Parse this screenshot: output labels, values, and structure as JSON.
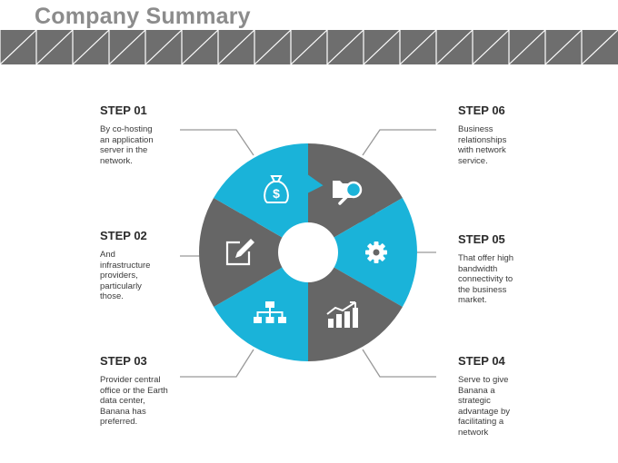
{
  "header": {
    "title": "Company Summary"
  },
  "colors": {
    "accent": "#1ab3d9",
    "segment_gray": "#666666",
    "banner_gray": "#6e6e6e",
    "connector": "#999999"
  },
  "segments": [
    {
      "icon": "money-bag-icon",
      "color": "gray"
    },
    {
      "icon": "folder-search-icon",
      "color": "accent"
    },
    {
      "icon": "gear-icon",
      "color": "gray"
    },
    {
      "icon": "growth-chart-icon",
      "color": "accent"
    },
    {
      "icon": "org-chart-icon",
      "color": "gray"
    },
    {
      "icon": "edit-note-icon",
      "color": "accent"
    }
  ],
  "steps": {
    "s1": {
      "label": "STEP 01",
      "text": "By co-hosting an application server in the network."
    },
    "s2": {
      "label": "STEP 02",
      "text": "And infrastructure providers, particularly those."
    },
    "s3": {
      "label": "STEP 03",
      "text": "Provider central office or the Earth data center, Banana has preferred."
    },
    "s4": {
      "label": "STEP 04",
      "text": "Serve to give Banana a strategic advantage by facilitating a network"
    },
    "s5": {
      "label": "STEP 05",
      "text": "That offer high bandwidth connectivity to the business market."
    },
    "s6": {
      "label": "STEP 06",
      "text": "Business relationships with network service."
    }
  }
}
